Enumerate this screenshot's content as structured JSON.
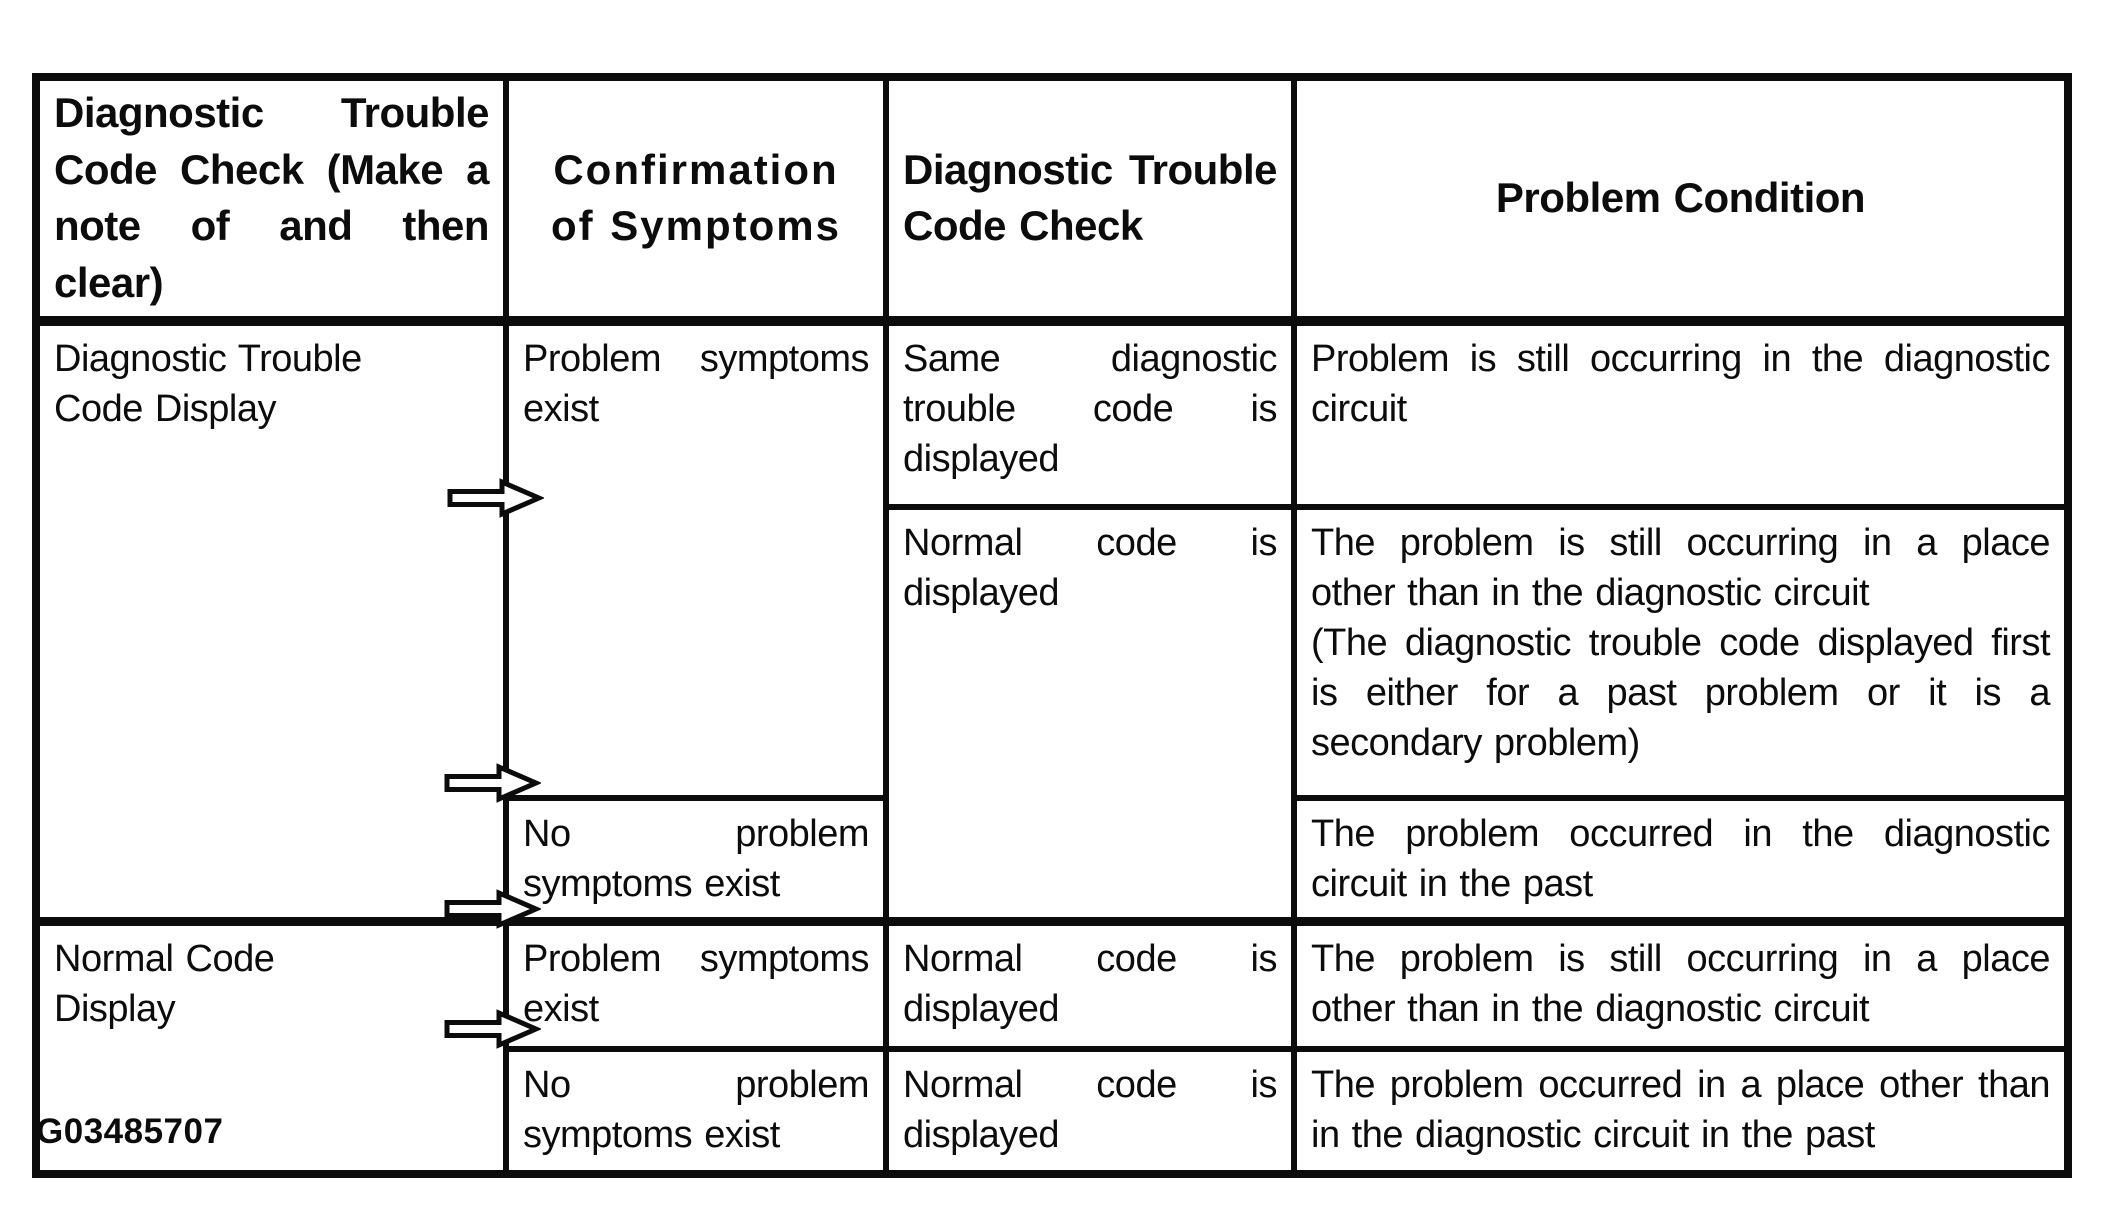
{
  "page": {
    "figure_code": "G03485707",
    "ink_color": "#0c0c0c",
    "background": "#ffffff"
  },
  "icons": {
    "arrow": "right-arrow"
  },
  "table": {
    "headers": {
      "check": "Diagnostic Trouble Code Check (Make a note of and then clear)",
      "confirmation": "Confirmation of Symptoms",
      "dtc_check": "Diagnostic Trouble Code Check",
      "condition": "Problem Condition"
    },
    "rows": {
      "group1_label": "Diagnostic Trouble Code Display",
      "group2_label": "Normal Code Display",
      "symptoms": [
        "Problem symptoms exist",
        "No problem symptoms exist",
        "Problem symptoms exist",
        "No problem symptoms exist"
      ],
      "code_check": [
        "Same diagnostic trouble code is displayed",
        "Normal code is displayed",
        "Normal code is displayed",
        "Normal code is displayed"
      ],
      "conditions": [
        "Problem is still occurring in the diagnostic circuit",
        "The problem is still occurring in a place other than in the diagnostic circuit",
        "(The diagnostic trouble code displayed first is either for a past problem or it is a secondary problem)",
        "The problem occurred in the diagnostic circuit in the past",
        "The problem is still occurring in a place other than in the diagnostic circuit",
        "The problem occurred in a place other than in the diagnostic circuit in the past"
      ]
    }
  }
}
